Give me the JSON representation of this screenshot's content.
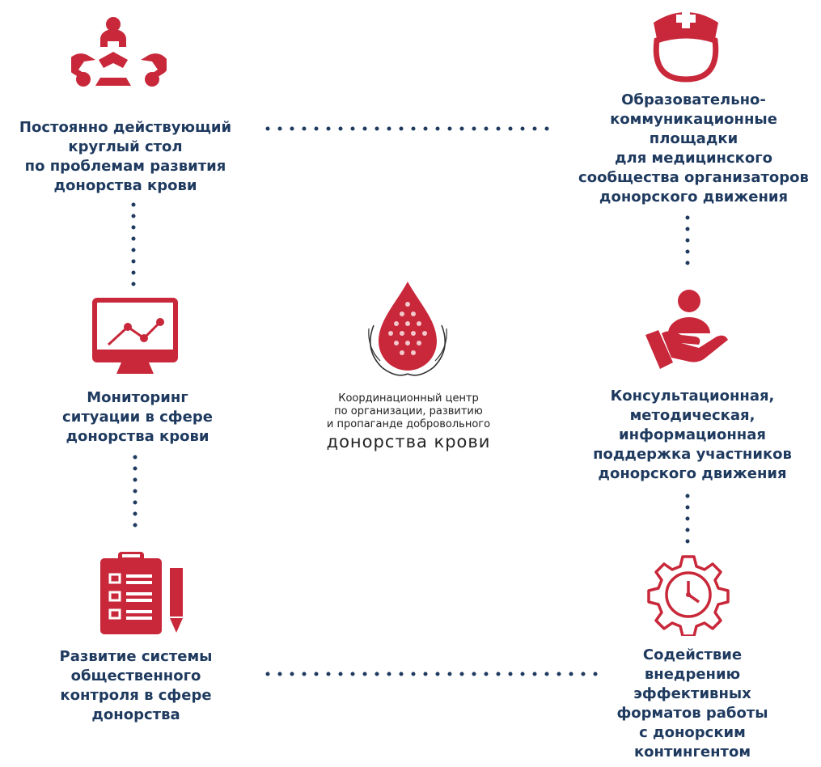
{
  "colors": {
    "accent": "#c8283a",
    "text": "#1f3a5f",
    "dots": "#1f3a5f"
  },
  "nodes": {
    "round_table": {
      "icon": "people-circle-icon",
      "lines": [
        "Постоянно действующий",
        "круглый стол",
        "по проблемам развития",
        "донорства крови"
      ]
    },
    "educational": {
      "icon": "nurse-icon",
      "lines": [
        "Образовательно-",
        "коммуникационные",
        "площадки",
        "для медицинского",
        "сообщества организаторов",
        "донорского движения"
      ]
    },
    "monitoring": {
      "icon": "monitor-chart-icon",
      "lines": [
        "Мониторинг",
        "ситуации в сфере",
        "донорства крови"
      ]
    },
    "support": {
      "icon": "hand-person-icon",
      "lines": [
        "Консультационная,",
        "методическая,",
        "информационная",
        "поддержка участников",
        "донорского движения"
      ]
    },
    "control": {
      "icon": "clipboard-icon",
      "lines": [
        "Развитие системы",
        "общественного",
        "контроля в сфере",
        "донорства"
      ]
    },
    "formats": {
      "icon": "gear-clock-icon",
      "lines": [
        "Содействие",
        "внедрению",
        "эффективных",
        "форматов работы",
        "с донорским",
        "контингентом"
      ]
    }
  },
  "center": {
    "icon": "blood-drop-hands-logo",
    "lines": [
      "Координационный центр",
      "по организации, развитию",
      "и пропаганде добровольного"
    ],
    "title": "донорства крови"
  }
}
